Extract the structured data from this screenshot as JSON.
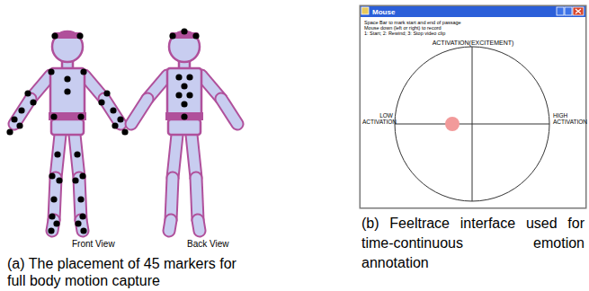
{
  "diagram": {
    "nodes": [
      {
        "text": [
          "Mouse",
          "Space Bar to mark start and end of passage",
          "Mouse down (left or right) to record",
          "1: Start; 2: Rewind; 3: Stop video clip",
          "ACTIVATION(EXCITEMENT)",
          "LOW ACTIVATION",
          "HIGH ACTIVATION"
        ]
      }
    ],
    "labels": [
      "Front View",
      "Back View",
      "(a) The placement of 45 markers for full body motion capture",
      "(b) Feeltrace interface used for time-continuous emotion annotation"
    ]
  }
}
